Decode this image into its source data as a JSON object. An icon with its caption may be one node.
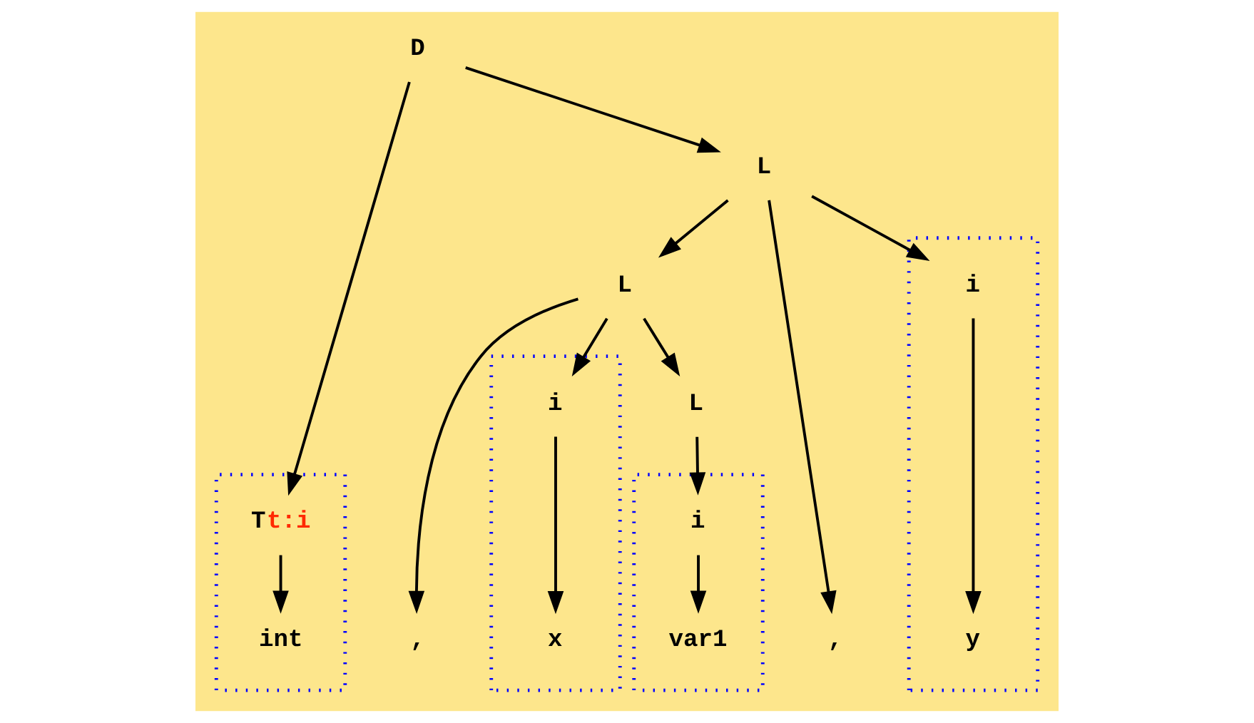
{
  "diagram": {
    "nodes": [
      {
        "text": [
          "D"
        ]
      },
      {
        "text": [],
        "shape": "box"
      },
      {
        "text": [
          "T"
        ],
        "in": 1,
        "beside": [
          "t:i"
        ]
      },
      {
        "text": [
          "int"
        ],
        "in": 1
      },
      {
        "text": [
          "L"
        ]
      },
      {
        "text": [
          "L"
        ]
      },
      {
        "text": [
          "L"
        ]
      },
      {
        "text": [],
        "shape": "box"
      },
      {
        "text": [
          "i"
        ],
        "in": 7
      },
      {
        "text": [
          "var1"
        ],
        "in": 7
      },
      {
        "text": [
          ","
        ]
      },
      {
        "text": [],
        "shape": "box"
      },
      {
        "text": [
          "i"
        ],
        "in": 11
      },
      {
        "text": [
          "x"
        ],
        "in": 11
      },
      {
        "text": [
          ","
        ]
      },
      {
        "text": [],
        "shape": "box"
      },
      {
        "text": [
          "i"
        ],
        "in": 15
      },
      {
        "text": [
          "y"
        ],
        "in": 15
      }
    ],
    "edges": [
      {
        "from": 0,
        "to": 2,
        "arrow": "to"
      },
      {
        "from": 0,
        "to": 4,
        "arrow": "to"
      },
      {
        "from": 2,
        "to": 3,
        "arrow": "to"
      },
      {
        "from": 4,
        "to": 5,
        "arrow": "to"
      },
      {
        "from": 4,
        "to": 14,
        "arrow": "to"
      },
      {
        "from": 4,
        "to": 16,
        "arrow": "to"
      },
      {
        "from": 5,
        "to": 6,
        "arrow": "to"
      },
      {
        "from": 5,
        "to": 10,
        "arrow": "to"
      },
      {
        "from": 5,
        "to": 12,
        "arrow": "to"
      },
      {
        "from": 6,
        "to": 8,
        "arrow": "to"
      },
      {
        "from": 8,
        "to": 9,
        "arrow": "to"
      },
      {
        "from": 12,
        "to": 13,
        "arrow": "to"
      },
      {
        "from": 16,
        "to": 17,
        "arrow": "to"
      }
    ]
  }
}
